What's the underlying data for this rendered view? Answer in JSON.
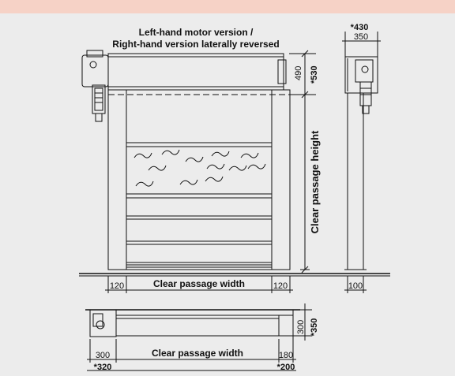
{
  "front_view": {
    "title_line1": "Left-hand motor version /",
    "title_line2": "Right-hand version laterally reversed",
    "dim_top_490": "490",
    "dim_top_530": "*530",
    "label_height": "Clear passage height",
    "dim_left_post": "120",
    "dim_right_post": "120",
    "label_width": "Clear passage width"
  },
  "side_view": {
    "dim_top_430": "*430",
    "dim_top_350": "350",
    "dim_bottom_100": "100"
  },
  "top_view": {
    "dim_left_300": "300",
    "dim_left_320": "*320",
    "label_width": "Clear passage width",
    "dim_right_180": "180",
    "dim_right_200": "*200",
    "dim_vert_300": "300",
    "dim_vert_350": "*350"
  },
  "colors": {
    "top_band": "#f6d2c6",
    "panel_bg": "#ececec",
    "line": "#111111"
  }
}
